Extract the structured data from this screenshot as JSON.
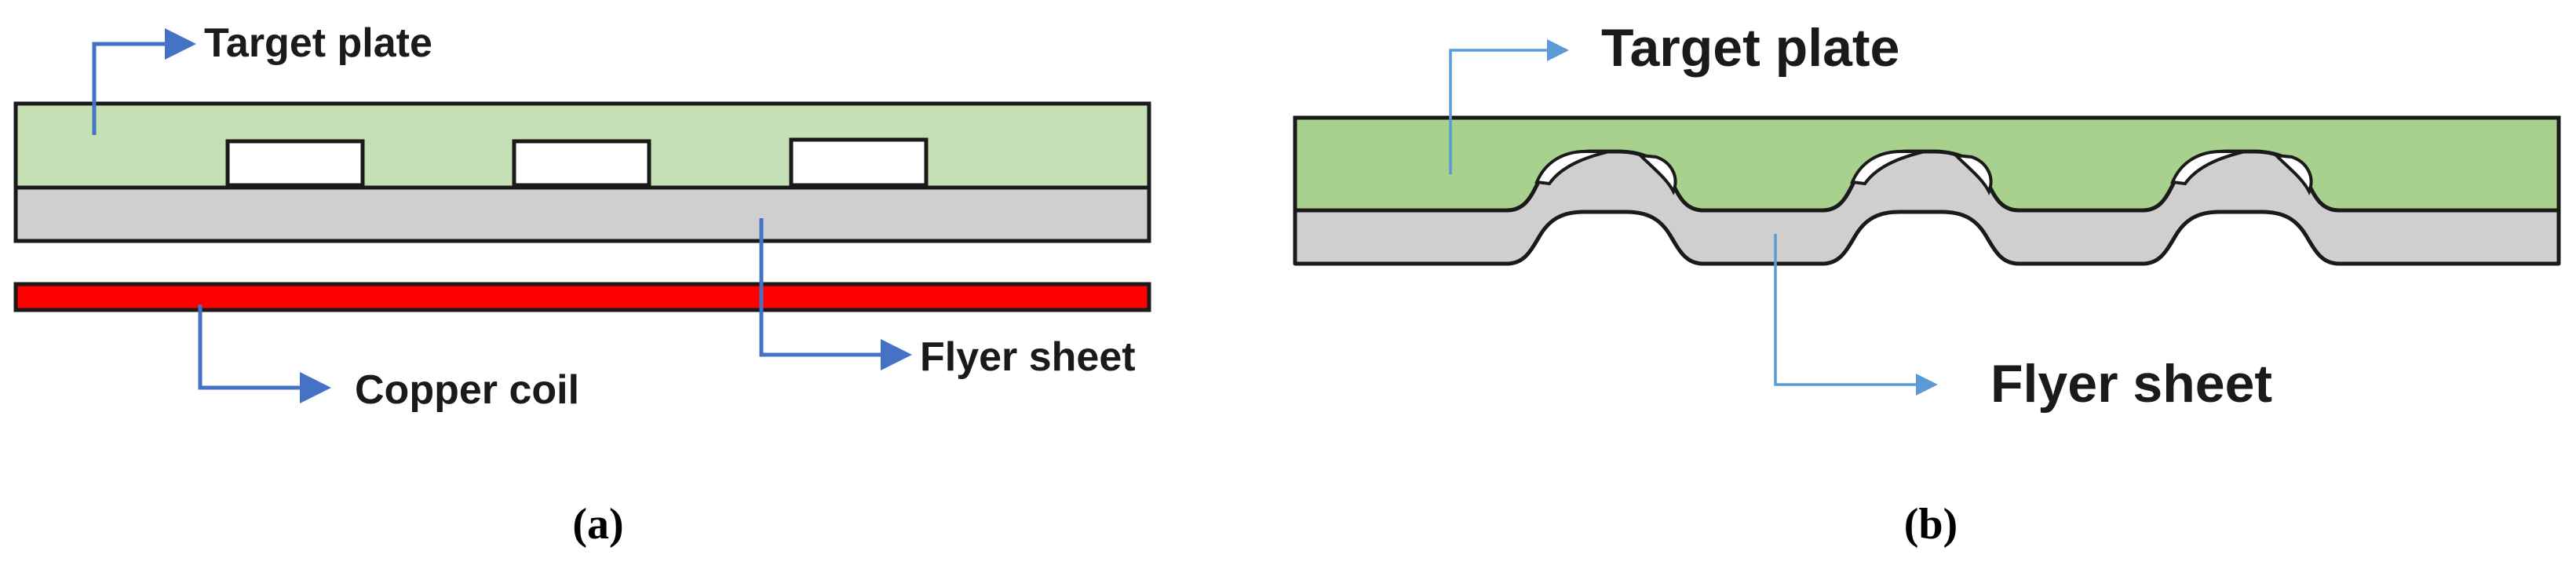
{
  "panel_a": {
    "labels": {
      "target_plate": "Target plate",
      "flyer_sheet": "Flyer sheet",
      "copper_coil": "Copper coil"
    },
    "caption": "(a)"
  },
  "panel_b": {
    "labels": {
      "target_plate": "Target plate",
      "flyer_sheet": "Flyer sheet"
    },
    "caption": "(b)"
  },
  "colors": {
    "target_plate": "#c5e0b4",
    "target_plate_b": "#a9d18e",
    "flyer_sheet": "#d0cfcf",
    "copper_coil": "#ff0000",
    "arrow_a": "#4472c4",
    "arrow_b": "#5b9bd5",
    "outline": "#1a1a1a"
  }
}
